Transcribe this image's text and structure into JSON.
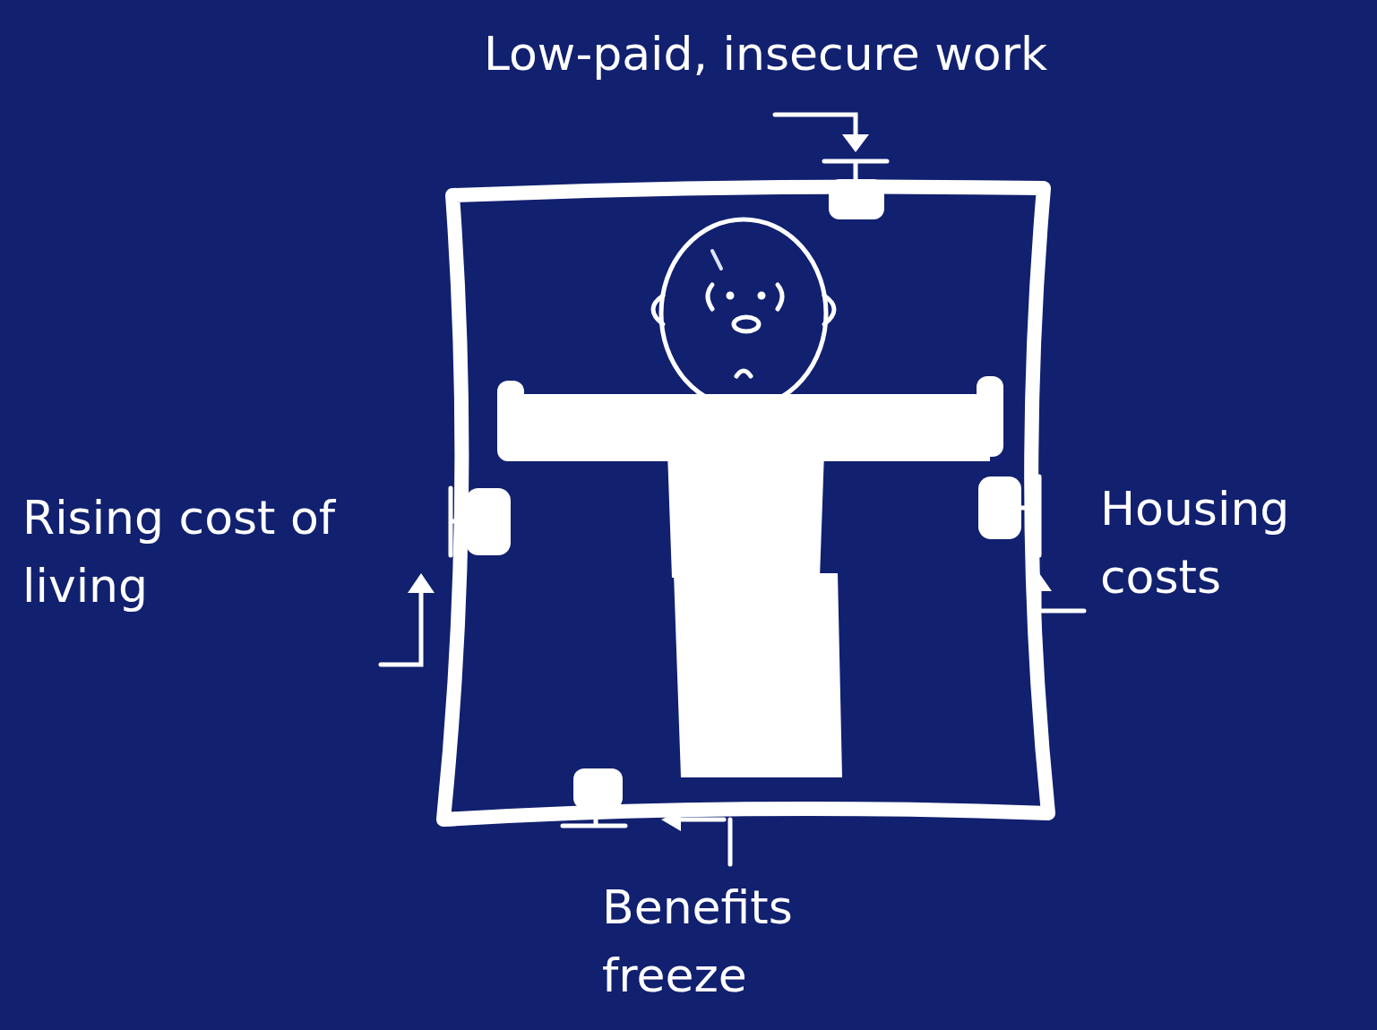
{
  "diagram": {
    "labels": [
      "Low-paid, insecure work",
      "Rising cost of living",
      "Housing costs",
      "Benefits freeze"
    ]
  }
}
